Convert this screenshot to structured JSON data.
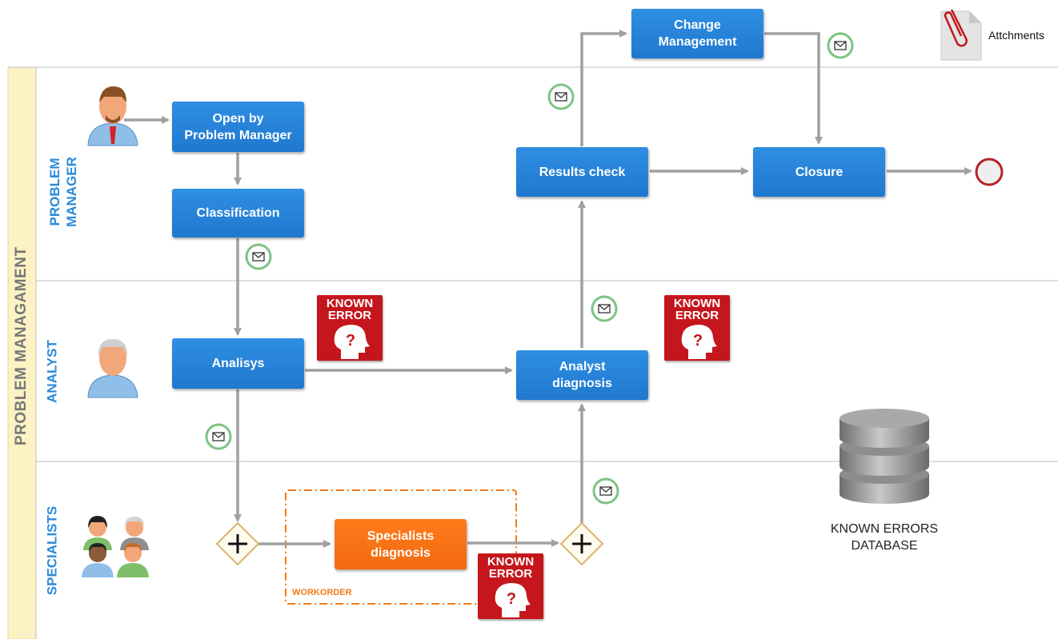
{
  "pool": {
    "label": "PROBLEM MANAGAMENT"
  },
  "lanes": [
    {
      "label_line1": "PROBLEM",
      "label_line2": "MANAGER"
    },
    {
      "label_line1": "ANALYST",
      "label_line2": ""
    },
    {
      "label_line1": "SPECIALISTS",
      "label_line2": ""
    }
  ],
  "tasks": {
    "open": {
      "line1": "Open by",
      "line2": "Problem Manager"
    },
    "classification": {
      "line1": "Classification",
      "line2": ""
    },
    "analisys": {
      "line1": "Analisys",
      "line2": ""
    },
    "analyst_diagnosis": {
      "line1": "Analyst",
      "line2": "diagnosis"
    },
    "results_check": {
      "line1": "Results check",
      "line2": ""
    },
    "change_management": {
      "line1": "Change",
      "line2": "Management"
    },
    "closure": {
      "line1": "Closure",
      "line2": ""
    },
    "specialists_diagnosis": {
      "line1": "Specialists",
      "line2": "diagnosis"
    }
  },
  "known_error": {
    "line1": "KNOWN",
    "line2": "ERROR"
  },
  "database": {
    "line1": "KNOWN ERRORS",
    "line2": "DATABASE"
  },
  "attachments": {
    "label": "Attchments"
  },
  "workorder": {
    "label": "WORKORDER"
  },
  "colors": {
    "task_blue": "#2280d6",
    "task_orange": "#f26a10",
    "lane_label": "#2a8ad8",
    "known_error_red": "#c4161c",
    "pool_band": "#fdf2c4"
  },
  "icons": [
    "envelope-icon",
    "person-icon",
    "attachment-icon",
    "database-icon",
    "end-event-icon",
    "parallel-gateway-icon"
  ]
}
